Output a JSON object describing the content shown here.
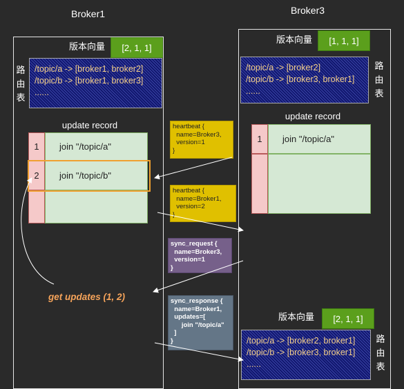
{
  "broker1": {
    "title": "Broker1",
    "vector_label": "版本向量",
    "vector_value": "[2, 1, 1]",
    "route_side_label": [
      "路",
      "由",
      "表"
    ],
    "routes": [
      "/topic/a -> [broker1, broker2]",
      "/topic/b -> [broker1, broker3]",
      "......"
    ],
    "record_title": "update record",
    "records": [
      {
        "index": "1",
        "text": "join \"/topic/a\""
      },
      {
        "index": "2",
        "text": "join \"/topic/b\""
      }
    ]
  },
  "broker3": {
    "title": "Broker3",
    "vector_label": "版本向量",
    "vector_value": "[1, 1, 1]",
    "route_side_label": [
      "路",
      "由",
      "表"
    ],
    "routes": [
      "/topic/a -> [broker2]",
      "/topic/b -> [broker3, broker1]",
      "......"
    ],
    "record_title": "update record",
    "records": [
      {
        "index": "1",
        "text": "join \"/topic/a\""
      }
    ],
    "after_vector_label": "版本向量",
    "after_vector_value": "[2, 1, 1]",
    "after_routes": [
      "/topic/a -> [broker2, broker1]",
      "/topic/b -> [broker3, broker1]",
      "......"
    ]
  },
  "messages": {
    "heartbeat1": "heartbeat {\n  name=Broker3,\n  version=1\n}",
    "heartbeat2": "heartbeat {\n  name=Broker1,\n  version=2\n}",
    "sync_request": "sync_request {\n  name=Broker3,\n  version=1\n}",
    "sync_response": "sync_response {\n  name=Broker1,\n  updates=[\n      join \"/topic/a\"\n  ]\n}"
  },
  "annotation": "get updates (1, 2)",
  "colors": {
    "background": "#2a2a2a",
    "vector_green": "#5b9f1c",
    "route_text": "#f4cf8a",
    "highlight_orange": "#f0a030",
    "annotation_orange": "#f5a35a"
  }
}
